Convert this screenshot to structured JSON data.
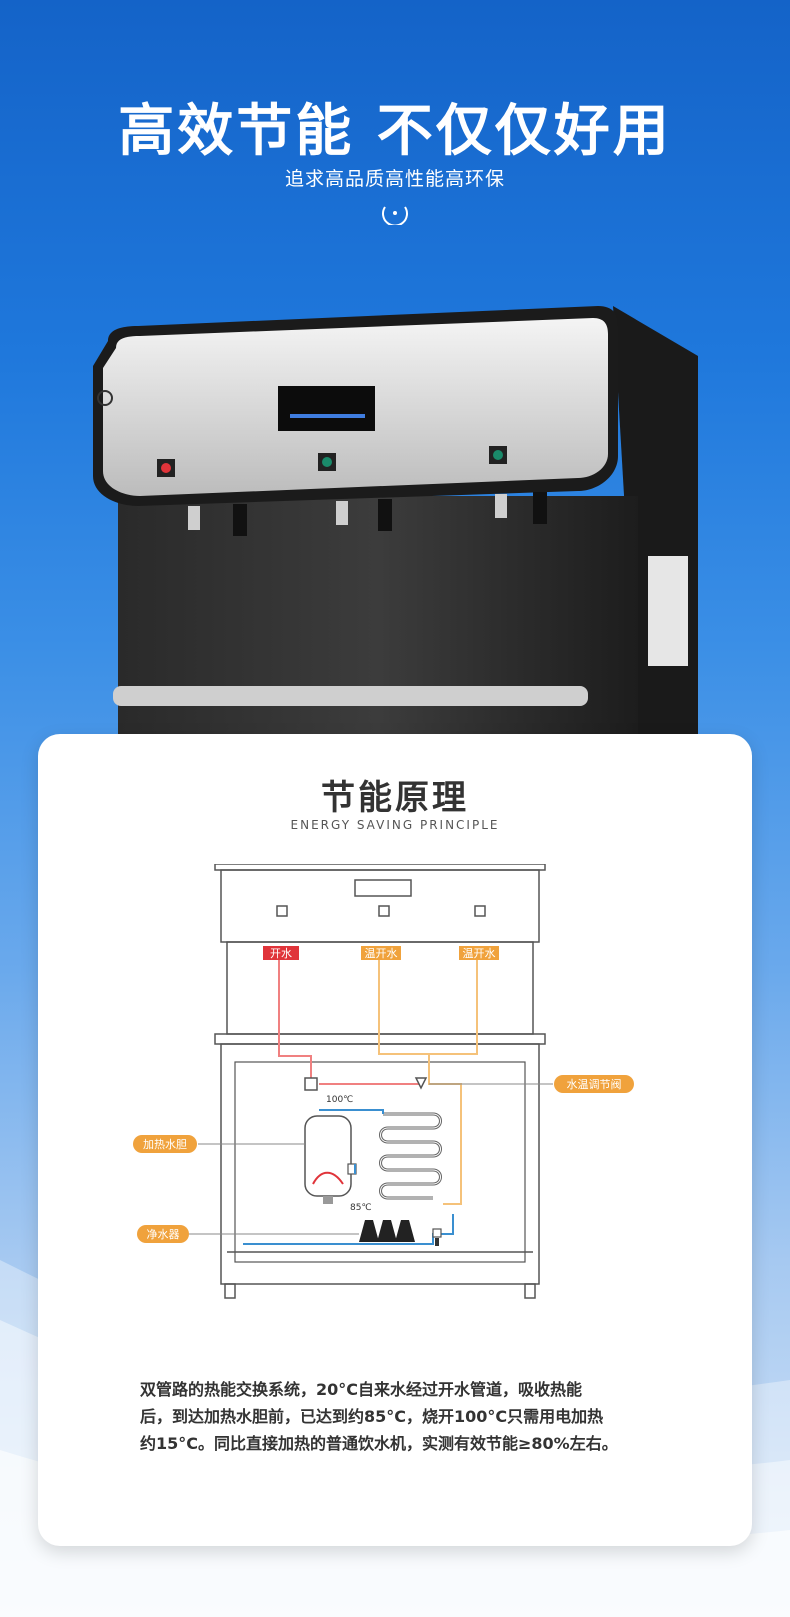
{
  "hero": {
    "title": "高效节能 不仅仅好用",
    "subtitle": "追求高品质高性能高环保"
  },
  "card": {
    "title": "节能原理",
    "subtitle": "ENERGY SAVING PRINCIPLE"
  },
  "diagram": {
    "label_boiling": "开水",
    "label_warm1": "温开水",
    "label_warm2": "温开水",
    "label_valve": "水温调节阀",
    "label_tank": "加热水胆",
    "label_filter": "净水器",
    "temp_100": "100℃",
    "temp_85": "85℃"
  },
  "description": {
    "line1": "双管路的热能交换系统，20°C自来水经过开水管道，吸收热能",
    "line2": "后，到达加热水胆前，已达到约85°C，烧开100°C只需用电加热",
    "line3": "约15°C。同比直接加热的普通饮水机，实测有效节能≥80%左右。"
  },
  "colors": {
    "accent_orange": "#f0a23c",
    "boiling_red": "#e0343a",
    "cold_blue": "#3a8fd0"
  }
}
